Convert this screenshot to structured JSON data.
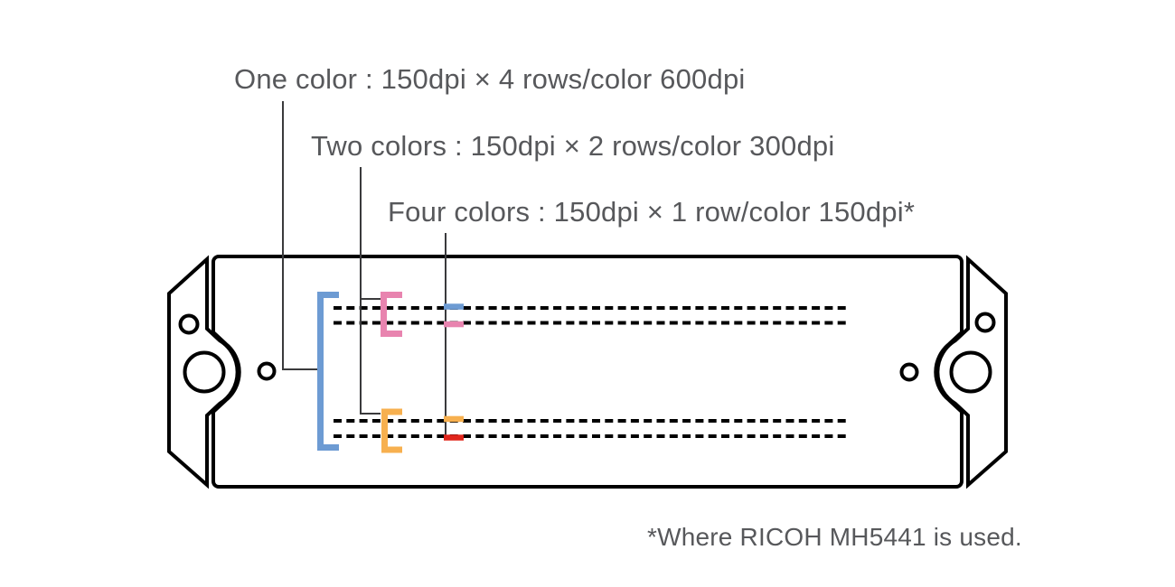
{
  "diagram": {
    "title_note": "Printhead nozzle-row configuration diagram",
    "labels": {
      "one_color": "One color : 150dpi × 4 rows/color 600dpi",
      "two_colors": "Two colors : 150dpi × 2 rows/color 300dpi",
      "four_colors": "Four colors : 150dpi × 1 row/color 150dpi*",
      "footnote": "*Where RICOH MH5441 is used."
    },
    "colors": {
      "blue": "#6D9BD3",
      "pink": "#E884AF",
      "orange": "#F7B04F",
      "red": "#E1261C",
      "outline": "#000000",
      "leader": "#3A3A3C",
      "text": "#57585B",
      "background": "#FFFFFF"
    }
  }
}
